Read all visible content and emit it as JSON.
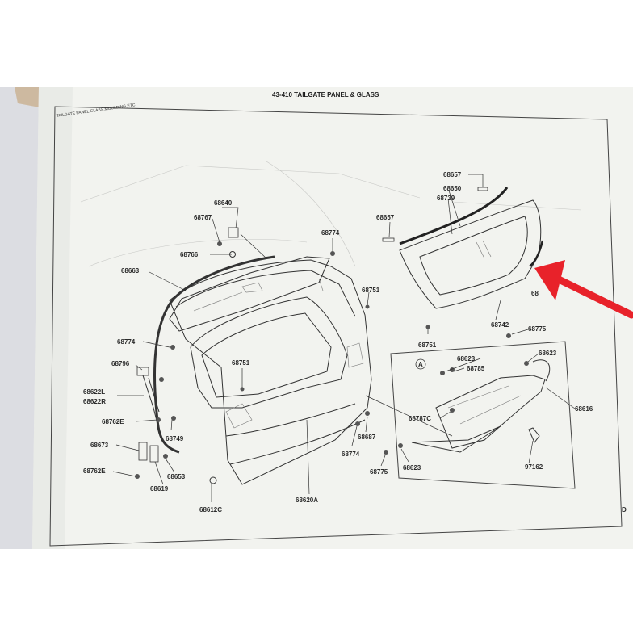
{
  "header": {
    "title": "43-410 TAILGATE PANEL & GLASS",
    "subtitle": "TAILGATE PANEL,GLASS,MOULDING,ETC."
  },
  "corner_mark": "D",
  "callout_circle": "A",
  "colors": {
    "paper": "#f2f3ef",
    "ink": "#2a2a2a",
    "arrow": "#e8222a",
    "background_left": "#dcdde2"
  },
  "parts": [
    "68640",
    "68767",
    "68766",
    "68663",
    "68774",
    "68774",
    "68751",
    "68751",
    "68796",
    "68622L",
    "68622R",
    "68762E",
    "68749",
    "68673",
    "68762E",
    "68653",
    "68619",
    "68612C",
    "68620A",
    "68774",
    "68687",
    "68775",
    "68657",
    "68657",
    "68650",
    "68739",
    "68742",
    "68751",
    "68775",
    "68616",
    "68623",
    "68785",
    "68623",
    "68787C",
    "68623",
    "97162",
    "68"
  ]
}
